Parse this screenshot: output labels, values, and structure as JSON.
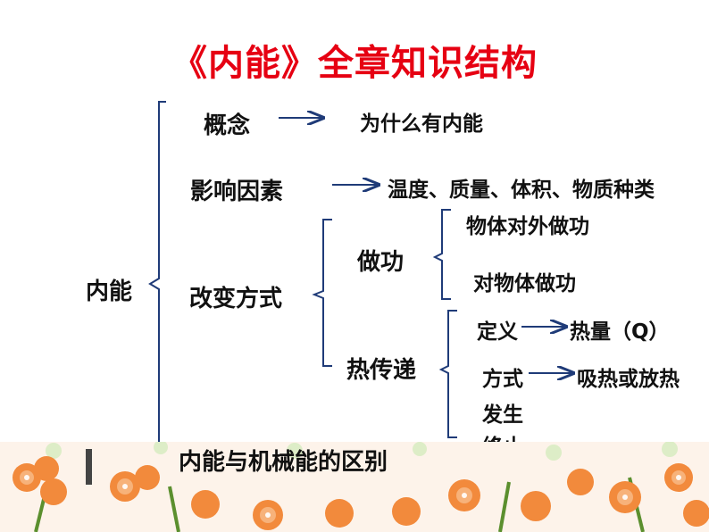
{
  "title": "《内能》全章知识结构",
  "root": "内能",
  "branches": {
    "concept": {
      "label": "概念",
      "target": "为什么有内能"
    },
    "factors": {
      "label": "影响因素",
      "target": "温度、质量、体积、物质种类"
    },
    "change": {
      "label": "改变方式",
      "work": {
        "label": "做功",
        "items": [
          "物体对外做功",
          "对物体做功"
        ]
      },
      "heat": {
        "label": "热传递",
        "definition": {
          "label": "定义",
          "target": "热量（Q）"
        },
        "manner": {
          "label": "方式",
          "target": "吸热或放热"
        },
        "occur": "发生",
        "stop": "终止"
      }
    },
    "distinction": {
      "label": "内能与机械能的区别"
    }
  },
  "colors": {
    "title": "#e60012",
    "text": "#111111",
    "lines": "#1f3b78"
  }
}
